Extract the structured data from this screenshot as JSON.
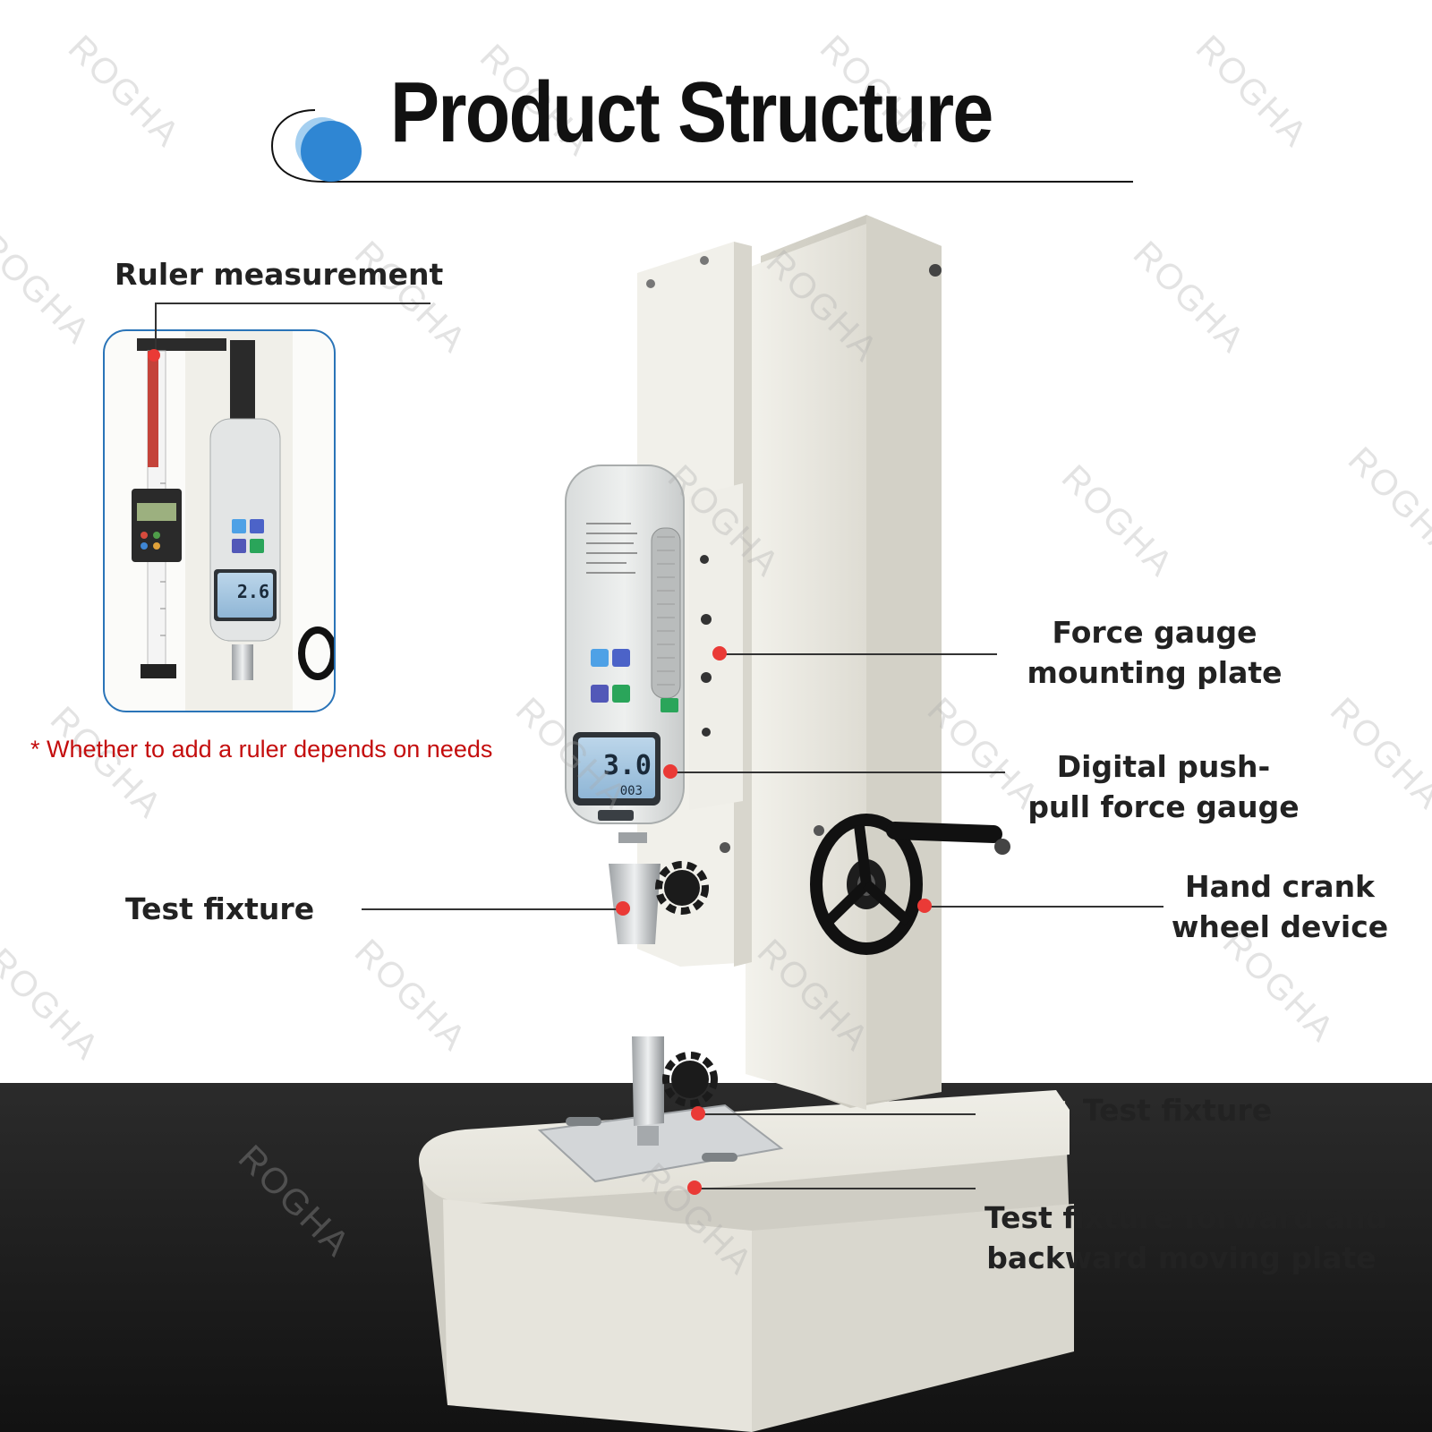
{
  "header": {
    "title": "Product Structure",
    "accent_color": "#3b8fd6"
  },
  "inset": {
    "label": "Ruler measurement",
    "note": "* Whether to add a ruler depends on needs"
  },
  "callouts": {
    "mounting_plate": [
      "Force gauge",
      "mounting plate"
    ],
    "force_gauge": [
      "Digital push-",
      "pull force gauge"
    ],
    "test_fixture_upper": "Test fixture",
    "hand_crank": [
      "Hand crank",
      "wheel device"
    ],
    "test_fixture_lower": "Test fixture",
    "moving_plate": [
      "Test fixture forward and",
      "backward moving plate"
    ]
  },
  "gauge": {
    "main_reading": "3.0",
    "inset_reading": "2.6",
    "sub_reading": "003"
  },
  "watermark": "ROGHA",
  "colors": {
    "callout_dot": "#ea3a36",
    "note_text": "#c40d0d",
    "frame": "#2a74b8",
    "table": "#1f1f1f",
    "machine": "#e9e8e1"
  }
}
